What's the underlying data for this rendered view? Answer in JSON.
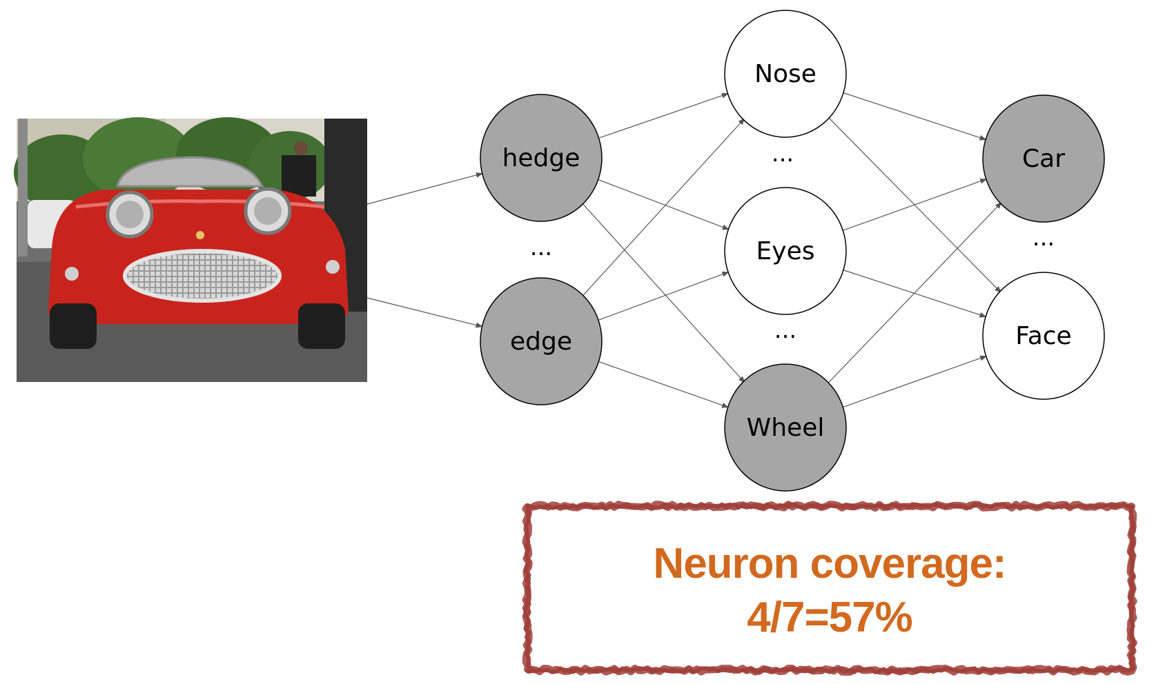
{
  "colors": {
    "active_fill": "#a6a6a6",
    "inactive_fill": "#ffffff",
    "edge": "#555555",
    "highlight_text": "#d2691e",
    "frame": "#a0403a"
  },
  "image": {
    "description_icon": "red-roadster-photo-icon"
  },
  "network": {
    "layer1": {
      "nodes": [
        {
          "label": "hedge",
          "active": true
        },
        {
          "label": "edge",
          "active": true
        }
      ],
      "ellipsis": "..."
    },
    "layer2": {
      "nodes": [
        {
          "label": "Nose",
          "active": false
        },
        {
          "label": "Eyes",
          "active": false
        },
        {
          "label": "Wheel",
          "active": true
        }
      ],
      "ellipsis_top": "...",
      "ellipsis_bottom": "..."
    },
    "layer3": {
      "nodes": [
        {
          "label": "Car",
          "active": true
        },
        {
          "label": "Face",
          "active": false
        }
      ],
      "ellipsis": "..."
    }
  },
  "coverage": {
    "line1": "Neuron coverage:",
    "line2": "4/7=57%",
    "active_count": 4,
    "total_count": 7
  }
}
